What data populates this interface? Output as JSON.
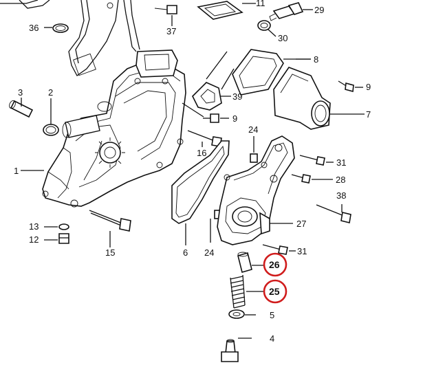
{
  "labels": {
    "l1": "1",
    "l2": "2",
    "l3": "3",
    "l4": "4",
    "l5": "5",
    "l6": "6",
    "l7": "7",
    "l8": "8",
    "l9a": "9",
    "l9b": "9",
    "l11": "11",
    "l12": "12",
    "l13": "13",
    "l15": "15",
    "l16": "16",
    "l24a": "24",
    "l24b": "24",
    "l25": "25",
    "l26": "26",
    "l27": "27",
    "l28": "28",
    "l29": "29",
    "l30": "30",
    "l31a": "31",
    "l31b": "31",
    "l36": "36",
    "l37": "37",
    "l38": "38",
    "l39": "39"
  },
  "highlight_color": "#d01c1c",
  "highlighted_parts": [
    "26",
    "25"
  ]
}
